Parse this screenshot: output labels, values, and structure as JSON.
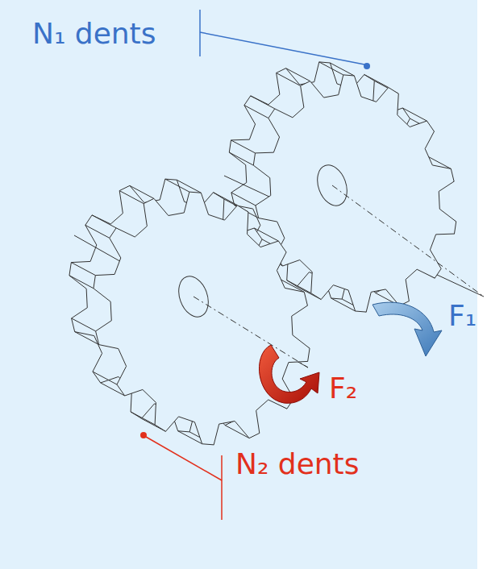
{
  "diagram": {
    "labels": [
      "N₁ dents",
      "F₁",
      "F₂",
      "N₂ dents"
    ]
  }
}
